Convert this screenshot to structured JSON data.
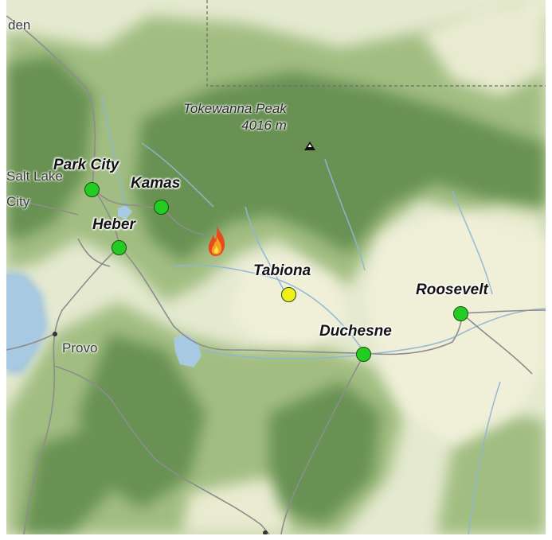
{
  "map": {
    "towns": [
      {
        "name": "Park City",
        "status_color": "#22cc22"
      },
      {
        "name": "Kamas",
        "status_color": "#22cc22"
      },
      {
        "name": "Heber",
        "status_color": "#22cc22"
      },
      {
        "name": "Tabiona",
        "status_color": "#f2ee1a"
      },
      {
        "name": "Duchesne",
        "status_color": "#22cc22"
      },
      {
        "name": "Roosevelt",
        "status_color": "#22cc22"
      }
    ],
    "base_labels": {
      "salt_lake": "Salt Lake",
      "city": "City",
      "provo": "Provo",
      "den": "den"
    },
    "peak": {
      "name": "Tokewanna Peak",
      "elevation": "4016 m",
      "icon": "mountain-peak-icon"
    },
    "fire": {
      "icon": "fire-icon"
    }
  }
}
